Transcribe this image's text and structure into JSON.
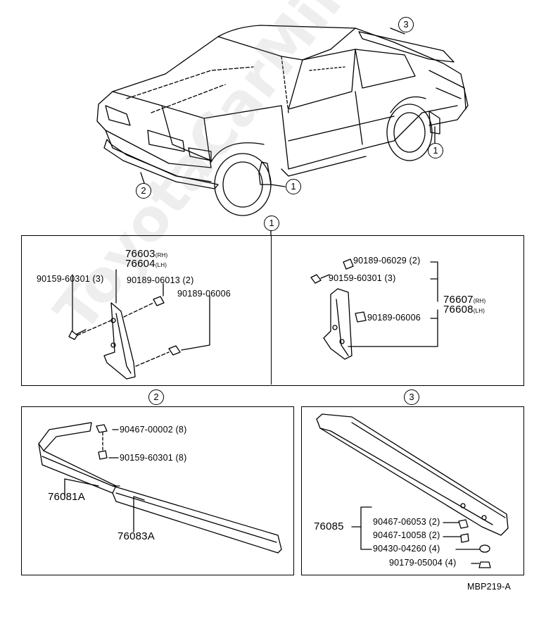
{
  "callouts": {
    "c1": "1",
    "c2": "2",
    "c3": "3"
  },
  "panel1": {
    "left": {
      "part_rh": "76603",
      "part_rh_sub": "(RH)",
      "part_lh": "76604",
      "part_lh_sub": "(LH)",
      "screw": "90159-60301 (3)",
      "clip": "90189-06013 (2)",
      "clip2": "90189-06006"
    },
    "right": {
      "clip_a": "90189-06029 (2)",
      "screw": "90159-60301 (3)",
      "clip_b": "90189-06006",
      "part_rh": "76607",
      "part_rh_sub": "(RH)",
      "part_lh": "76608",
      "part_lh_sub": "(LH)"
    }
  },
  "panel2": {
    "nut": "90467-00002 (8)",
    "screw": "90159-60301 (8)",
    "spoiler_a": "76081A",
    "spoiler_b": "76083A"
  },
  "panel3": {
    "part": "76085",
    "fasteners": [
      "90467-06053 (2)",
      "90467-10058 (2)",
      "90430-04260 (4)",
      "90179-05004 (4)"
    ]
  },
  "footer": {
    "code": "MBP219-A"
  },
  "watermark": "ToyotaCarMine.ru"
}
